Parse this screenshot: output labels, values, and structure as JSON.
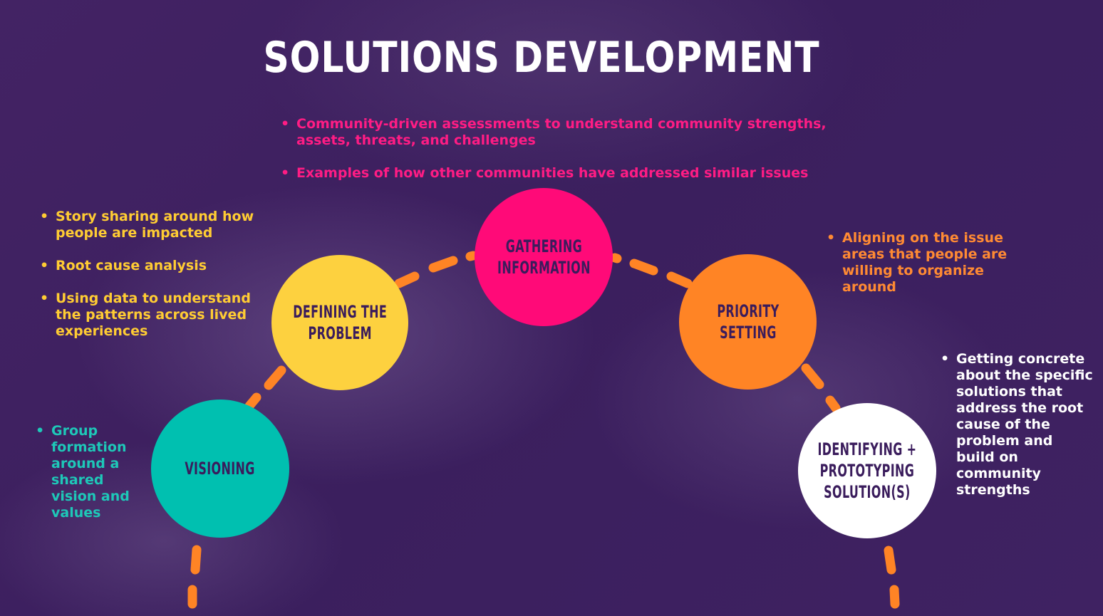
{
  "title": "SOLUTIONS DEVELOPMENT",
  "colors": {
    "background": "#3d2060",
    "teal": "#00c0b0",
    "yellow": "#fdd13f",
    "pink": "#ff0a78",
    "orange": "#ff8425",
    "white": "#ffffff",
    "connector": "#ff8425"
  },
  "stages": [
    {
      "line1": "VISIONING",
      "line2": "",
      "line3": ""
    },
    {
      "line1": "DEFINING THE",
      "line2": "PROBLEM",
      "line3": ""
    },
    {
      "line1": "GATHERING",
      "line2": "INFORMATION",
      "line3": ""
    },
    {
      "line1": "PRIORITY",
      "line2": "SETTING",
      "line3": ""
    },
    {
      "line1": "IDENTIFYING +",
      "line2": "PROTOTYPING",
      "line3": "SOLUTION(S)"
    }
  ],
  "notes": {
    "visioning": [
      "Group formation around a shared vision and values"
    ],
    "defining": [
      "Story sharing around how people are impacted",
      "Root cause analysis",
      "Using data to understand the patterns across lived experiences"
    ],
    "gathering": [
      "Community-driven assessments to understand community strengths, assets, threats, and challenges",
      "Examples of how other communities have addressed similar issues"
    ],
    "priority": [
      "Aligning on the issue areas that people are willing to organize around"
    ],
    "identifying": [
      "Getting concrete about the specific solutions that address the root cause of the problem and build on community strengths"
    ]
  }
}
